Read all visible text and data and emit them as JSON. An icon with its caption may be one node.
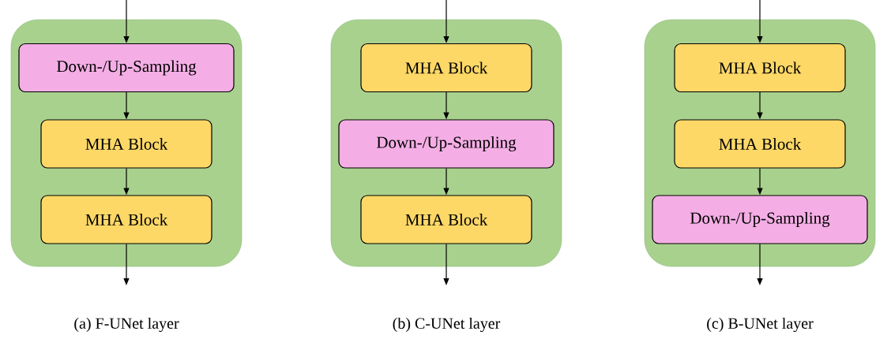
{
  "diagram": {
    "nodes": [
      {
        "text": [],
        "shape": "box",
        "beside": [
          "(a) F-UNet layer"
        ]
      },
      {
        "text": [
          "Down-/Up-Sampling"
        ],
        "in": 0
      },
      {
        "text": [
          "MHA Block"
        ],
        "in": 0
      },
      {
        "text": [
          "MHA Block"
        ],
        "in": 0
      },
      {
        "text": [],
        "shape": "box",
        "beside": [
          "(b) C-UNet layer"
        ]
      },
      {
        "text": [
          "MHA Block"
        ],
        "in": 4
      },
      {
        "text": [
          "Down-/Up-Sampling"
        ],
        "in": 4
      },
      {
        "text": [
          "MHA Block"
        ],
        "in": 4
      },
      {
        "text": [],
        "shape": "box",
        "beside": [
          "(c) B-UNet layer"
        ]
      },
      {
        "text": [
          "MHA Block"
        ],
        "in": 8
      },
      {
        "text": [
          "MHA Block"
        ],
        "in": 8
      },
      {
        "text": [
          "Down-/Up-Sampling"
        ],
        "in": 8
      }
    ],
    "edges": [
      {
        "from": null,
        "to": 1,
        "arrow": "to"
      },
      {
        "from": 1,
        "to": 2,
        "arrow": "to"
      },
      {
        "from": 2,
        "to": 3,
        "arrow": "to"
      },
      {
        "from": 3,
        "to": null,
        "arrow": "to"
      },
      {
        "from": null,
        "to": 5,
        "arrow": "to"
      },
      {
        "from": 5,
        "to": 6,
        "arrow": "to"
      },
      {
        "from": 6,
        "to": 7,
        "arrow": "to"
      },
      {
        "from": 7,
        "to": null,
        "arrow": "to"
      },
      {
        "from": null,
        "to": 9,
        "arrow": "to"
      },
      {
        "from": 9,
        "to": 10,
        "arrow": "to"
      },
      {
        "from": 10,
        "to": 11,
        "arrow": "to"
      },
      {
        "from": 11,
        "to": null,
        "arrow": "to"
      }
    ]
  }
}
